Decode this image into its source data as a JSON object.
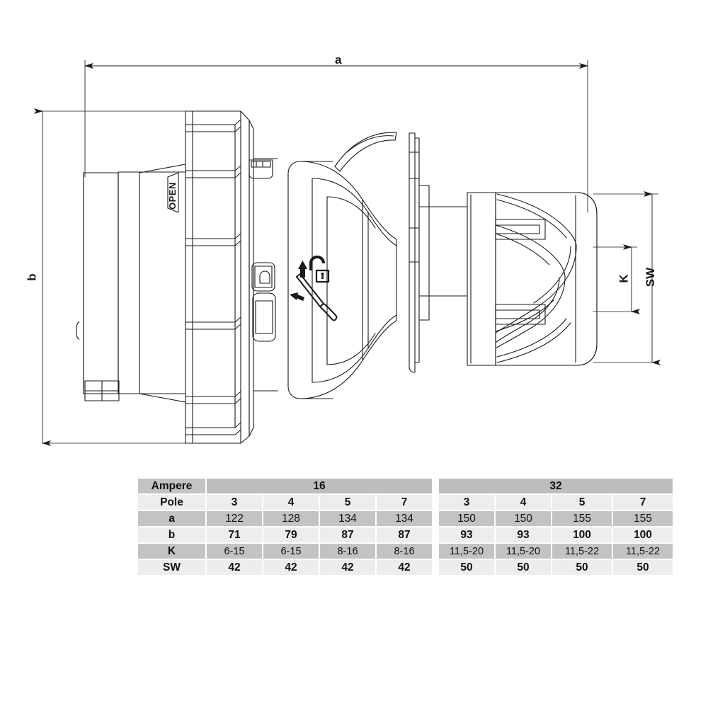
{
  "drawing": {
    "title": "Industrial plug — side elevation technical drawing",
    "dimensions": {
      "a": "a",
      "b": "b",
      "K": "K",
      "SW": "SW"
    },
    "markings": {
      "open_text": "OPEN",
      "icons": [
        "arrow-up-icon",
        "open-padlock-icon",
        "screwdriver-icon",
        "arrow-left-icon"
      ]
    }
  },
  "table": {
    "columns_group_label": "Ampere",
    "groups": [
      {
        "label": "16",
        "poles": [
          "3",
          "4",
          "5",
          "7"
        ]
      },
      {
        "label": "32",
        "poles": [
          "3",
          "4",
          "5",
          "7"
        ]
      }
    ],
    "row_labels": [
      "Ampere",
      "Pole",
      "a",
      "b",
      "K",
      "SW"
    ],
    "rows": {
      "Pole": [
        "3",
        "4",
        "5",
        "7",
        "3",
        "4",
        "5",
        "7"
      ],
      "a": [
        "122",
        "128",
        "134",
        "134",
        "150",
        "150",
        "155",
        "155"
      ],
      "b": [
        "71",
        "79",
        "87",
        "87",
        "93",
        "93",
        "100",
        "100"
      ],
      "K": [
        "6-15",
        "6-15",
        "8-16",
        "8-16",
        "11,5-20",
        "11,5-20",
        "11,5-22",
        "11,5-22"
      ],
      "SW": [
        "42",
        "42",
        "42",
        "42",
        "50",
        "50",
        "50",
        "50"
      ]
    }
  },
  "colors": {
    "band_dark": "#c3c3c3",
    "band_light": "#ededed",
    "line": "#1a1a1a",
    "background": "#ffffff"
  }
}
